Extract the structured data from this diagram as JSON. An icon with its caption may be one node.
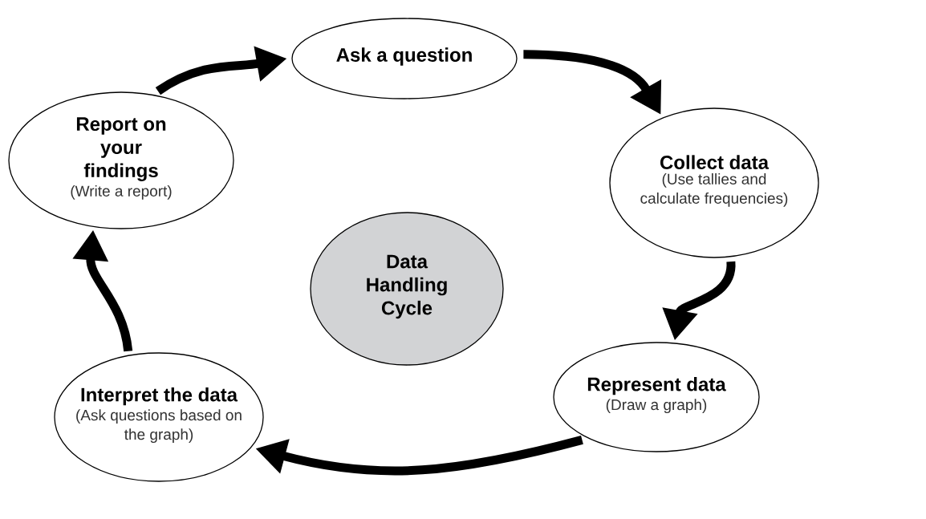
{
  "diagram": {
    "nodes": [
      {
        "text": [
          "Ask a question"
        ]
      },
      {
        "text": [
          "Collect data",
          "(Use tallies and calculate frequencies)"
        ]
      },
      {
        "text": [
          "Represent data",
          "(Draw a graph)"
        ]
      },
      {
        "text": [
          "Interpret the data",
          "(Ask questions based on the graph)"
        ]
      },
      {
        "text": [
          "Report on your findings",
          "(Write a report)"
        ]
      },
      {
        "text": [
          "Data Handling Cycle"
        ]
      }
    ],
    "edges": [
      {
        "from": 4,
        "to": 0,
        "arrow": "to"
      },
      {
        "from": 0,
        "to": 1,
        "arrow": "to"
      },
      {
        "from": 1,
        "to": 2,
        "arrow": "to"
      },
      {
        "from": 2,
        "to": 3,
        "arrow": "to"
      },
      {
        "from": 3,
        "to": 4,
        "arrow": "to"
      }
    ]
  }
}
